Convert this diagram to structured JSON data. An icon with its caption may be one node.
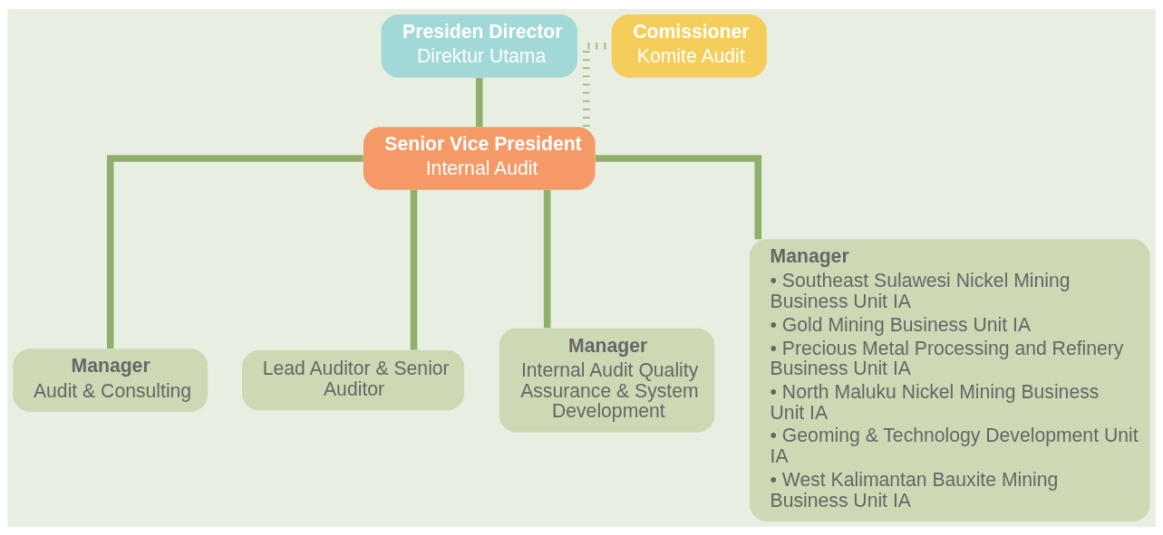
{
  "diagram": {
    "nodes": [
      {
        "text": [
          "Presiden Director",
          "Direktur Utama"
        ]
      },
      {
        "text": [
          "Comissioner",
          "Komite Audit"
        ]
      },
      {
        "text": [
          "Senior Vice President",
          "Internal Audit"
        ]
      },
      {
        "text": [
          "Manager",
          "Audit & Consulting"
        ]
      },
      {
        "text": [
          "Lead Auditor & Senior Auditor"
        ]
      },
      {
        "text": [
          "Manager",
          "Internal Audit Quality Assurance & System Development"
        ]
      },
      {
        "text": [
          "Manager",
          "• Southeast Sulawesi Nickel Mining Business Unit IA",
          "• Gold Mining Business Unit IA",
          "• Precious Metal Processing and Refinery Business Unit IA",
          "• North Maluku Nickel Mining Business Unit IA",
          "• Geoming & Technology Development Unit IA",
          "• West Kalimantan Bauxite Mining Business Unit IA"
        ]
      }
    ],
    "edges": [
      {
        "from": 0,
        "to": 2,
        "arrow": "none"
      },
      {
        "from": 2,
        "to": 1,
        "arrow": "none",
        "style": "dashed"
      },
      {
        "from": 2,
        "to": 3,
        "arrow": "none"
      },
      {
        "from": 2,
        "to": 4,
        "arrow": "none"
      },
      {
        "from": 2,
        "to": 5,
        "arrow": "none"
      },
      {
        "from": 2,
        "to": 6,
        "arrow": "none"
      }
    ]
  }
}
